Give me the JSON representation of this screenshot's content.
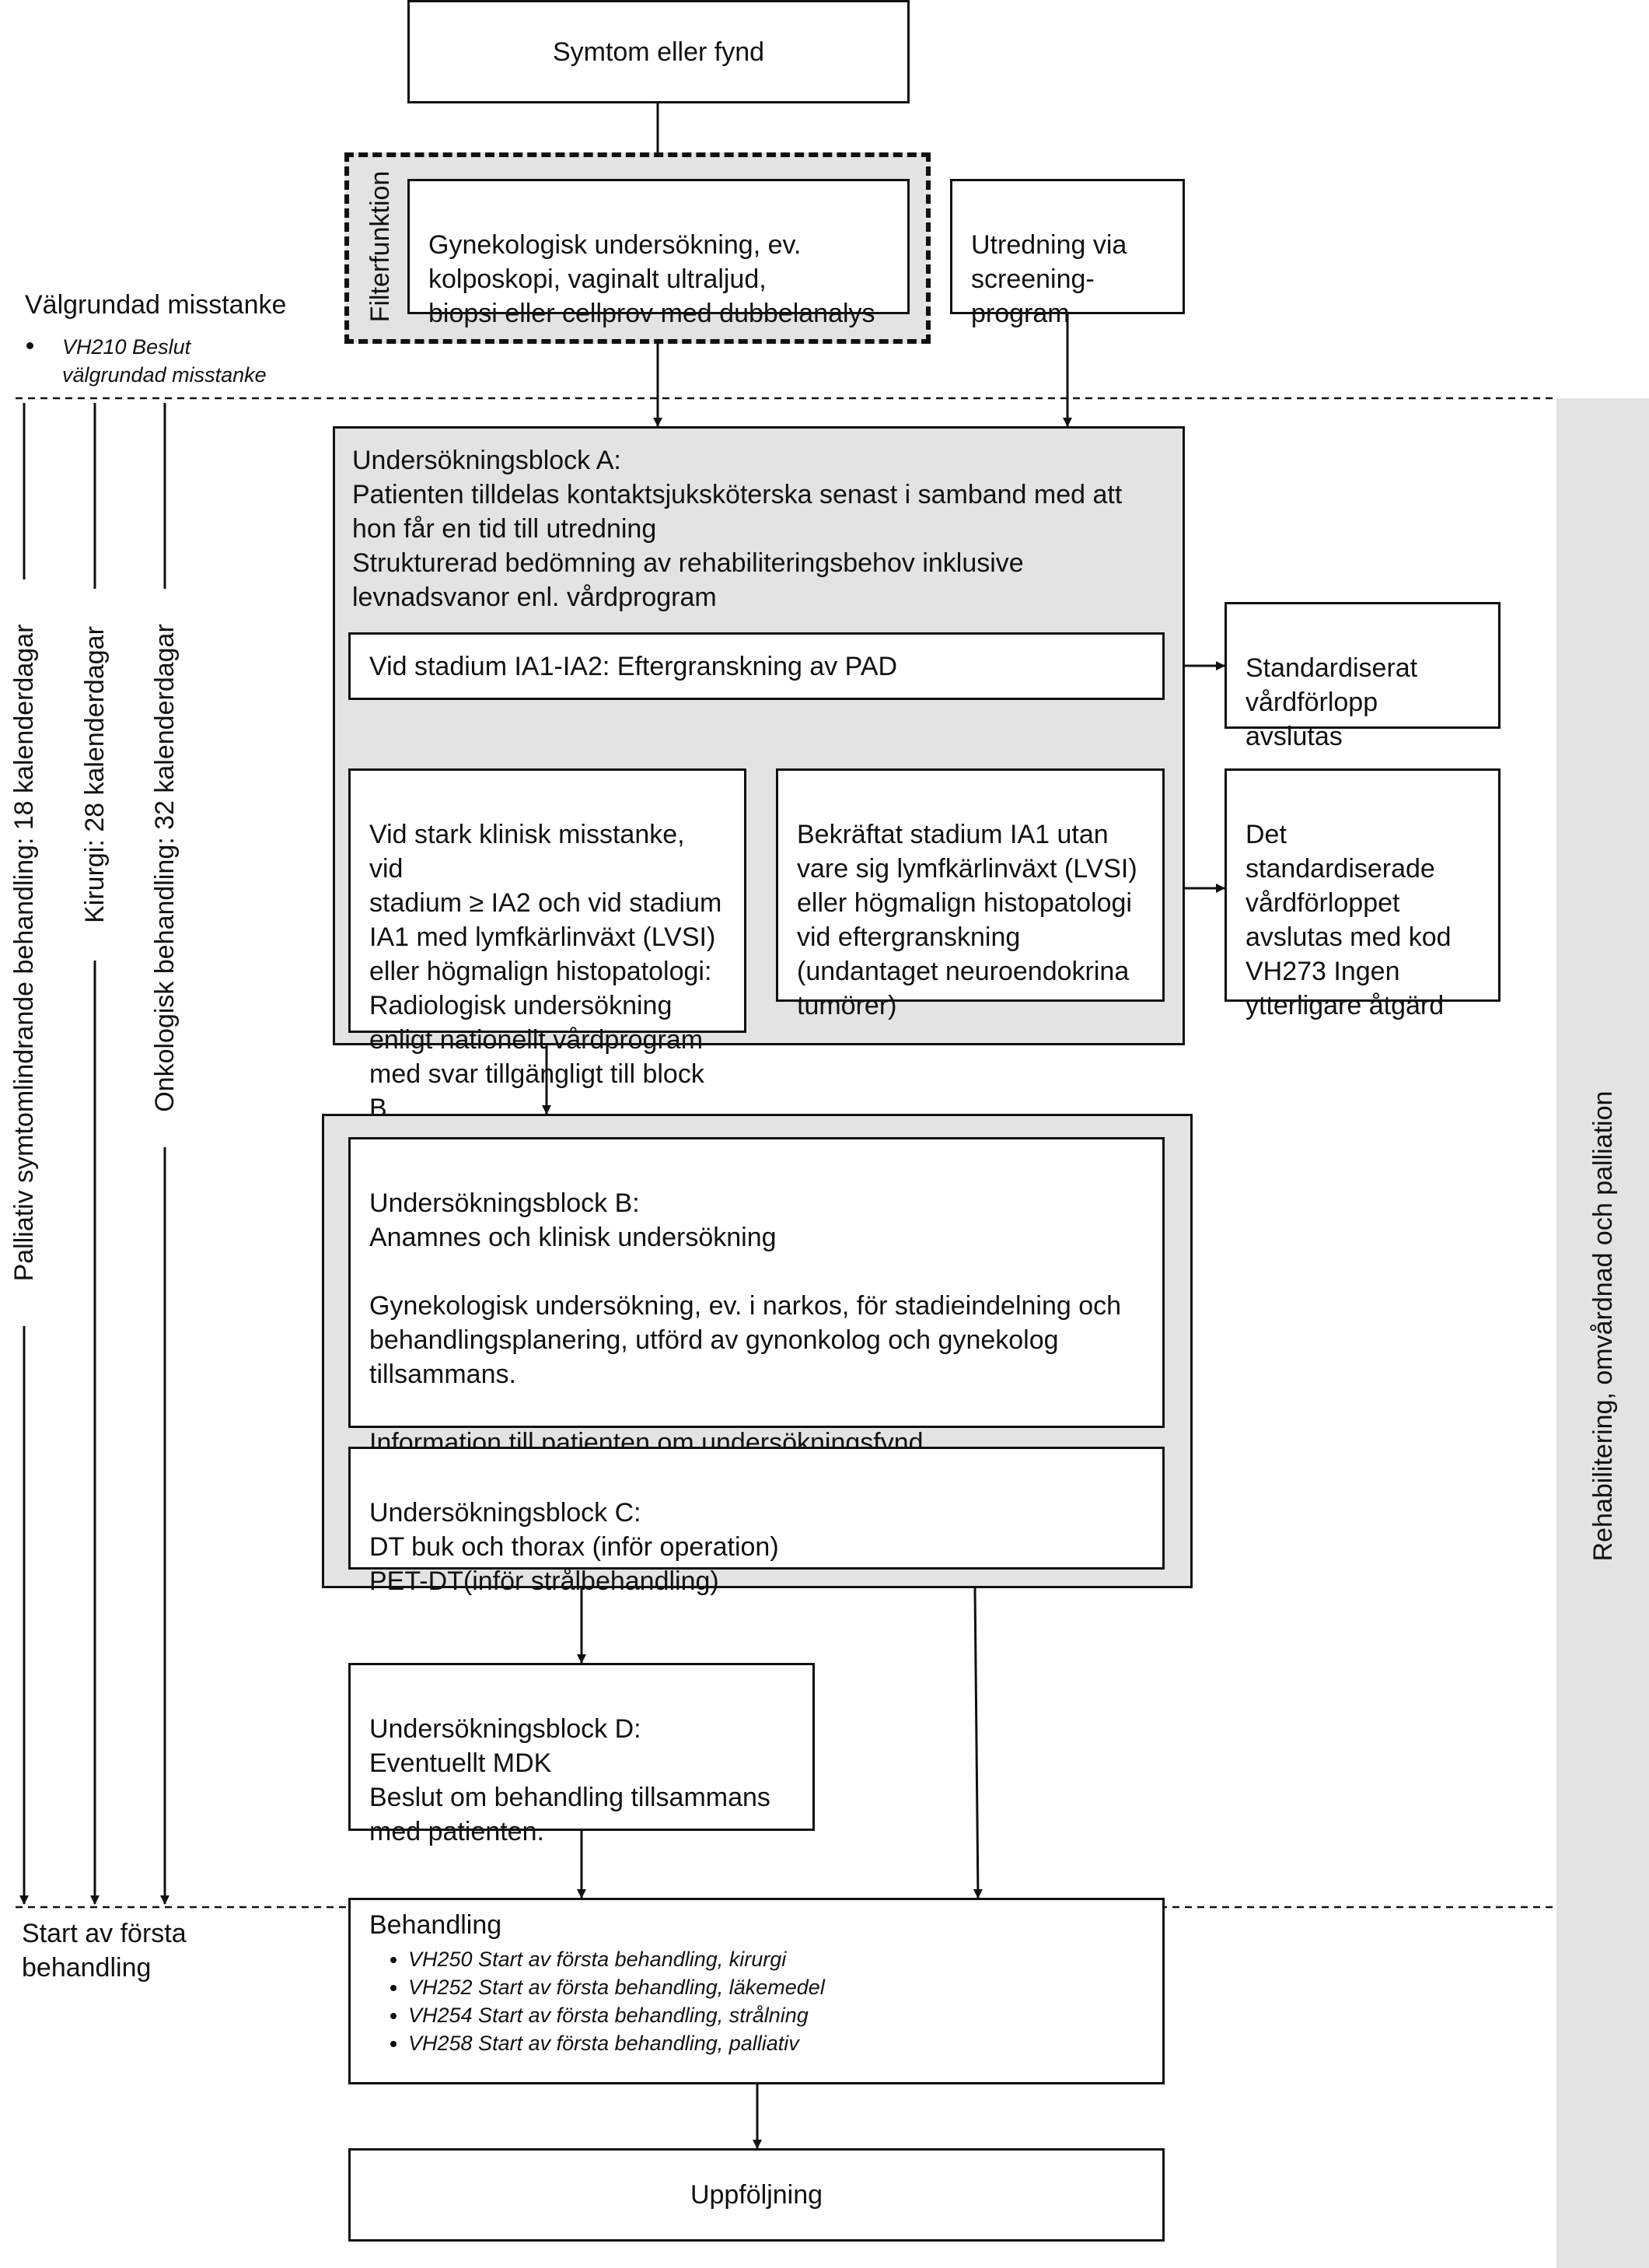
{
  "top_box": "Symtom eller fynd",
  "filter_label": "Filterfunktion",
  "exam_box": "Gynekologisk undersökning, ev.\nkolposkopi, vaginalt ultraljud,\nbiopsi eller cellprov med dubbelanalys",
  "screening_box": "Utredning via\nscreening-\nprogram",
  "suspicion": {
    "title": "Välgrundad misstanke",
    "code": "VH210 Beslut\nvälgrundad misstanke"
  },
  "timelines": [
    "Palliativ symtomlindrande behandling: 18 kalenderdagar",
    "Kirurgi: 28 kalenderdagar",
    "Onkologisk behandling: 32 kalenderdagar"
  ],
  "side_band": "Rehabilitering, omvårdnad och palliation",
  "block_a": {
    "text": "Undersökningsblock A:\nPatienten tilldelas kontaktsjuksköterska senast i samband med att\nhon får en tid till utredning\nStrukturerad bedömning av rehabiliteringsbehov inklusive\nlevnadsvanor enl. vårdprogram",
    "stage_box": "Vid stadium IA1-IA2: Eftergranskning av PAD",
    "left_box": "Vid stark klinisk misstanke, vid\nstadium ≥ IA2 och vid stadium\nIA1 med lymfkärlinväxt (LVSI)\neller högmalign histopatologi:\nRadiologisk undersökning\nenligt nationellt vårdprogram\nmed svar tillgängligt till block B",
    "right_box": "Bekräftat stadium IA1 utan\nvare sig lymfkärlinväxt (LVSI)\neller högmalign histopatologi\nvid eftergranskning\n(undantaget neuroendokrina\ntumörer)"
  },
  "outcome_1": "Standardiserat\nvårdförlopp\navslutas",
  "outcome_2": "Det standardiserade\nvårdförloppet\navslutas med kod\nVH273 Ingen\nytterligare åtgärd",
  "block_b": "Undersökningsblock B:\nAnamnes och klinisk undersökning\n\nGynekologisk undersökning, ev. i narkos, för stadieindelning och\nbehandlingsplanering, utförd av gynonkolog och gynekolog\ntillsammans.\n\nInformation till patienten om undersökningsfynd",
  "block_c": "Undersökningsblock C:\nDT buk och thorax (inför operation)\nPET-DT(inför strålbehandling)",
  "block_d": "Undersökningsblock D:\nEventuellt MDK\nBeslut om behandling tillsammans\nmed patienten.",
  "start_label": "Start av första\nbehandling",
  "treatment": {
    "title": "Behandling",
    "codes": [
      "VH250 Start av första behandling, kirurgi",
      "VH252 Start av första behandling, läkemedel",
      "VH254 Start av första behandling, strålning",
      "VH258 Start av första behandling, palliativ"
    ]
  },
  "followup": "Uppföljning"
}
